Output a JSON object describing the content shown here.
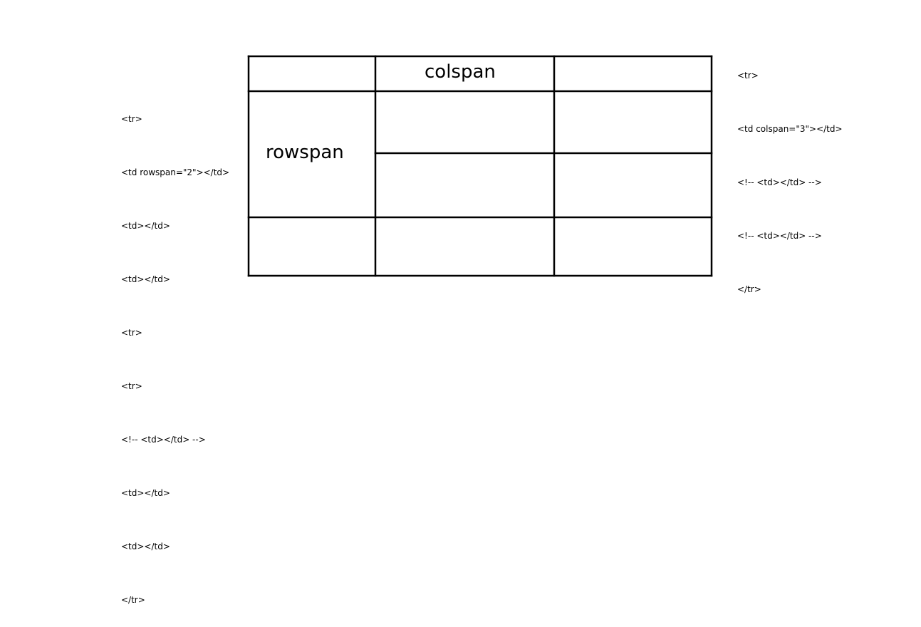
{
  "code_left": [
    "<tr>",
    "<td rowspan=\"2\"></td>",
    "<td></td>",
    "<td></td>",
    "<tr>",
    "<tr>",
    "<!-- <td></td> -->",
    "<td></td>",
    "<td></td>",
    "</tr>"
  ],
  "code_right": [
    "<tr>",
    "<td colspan=\"3\"></td>",
    "<!-- <td></td> -->",
    "<!-- <td></td> -->",
    "</tr>"
  ],
  "diagram": {
    "colspan_label": "colspan",
    "rowspan_label": "rowspan"
  }
}
